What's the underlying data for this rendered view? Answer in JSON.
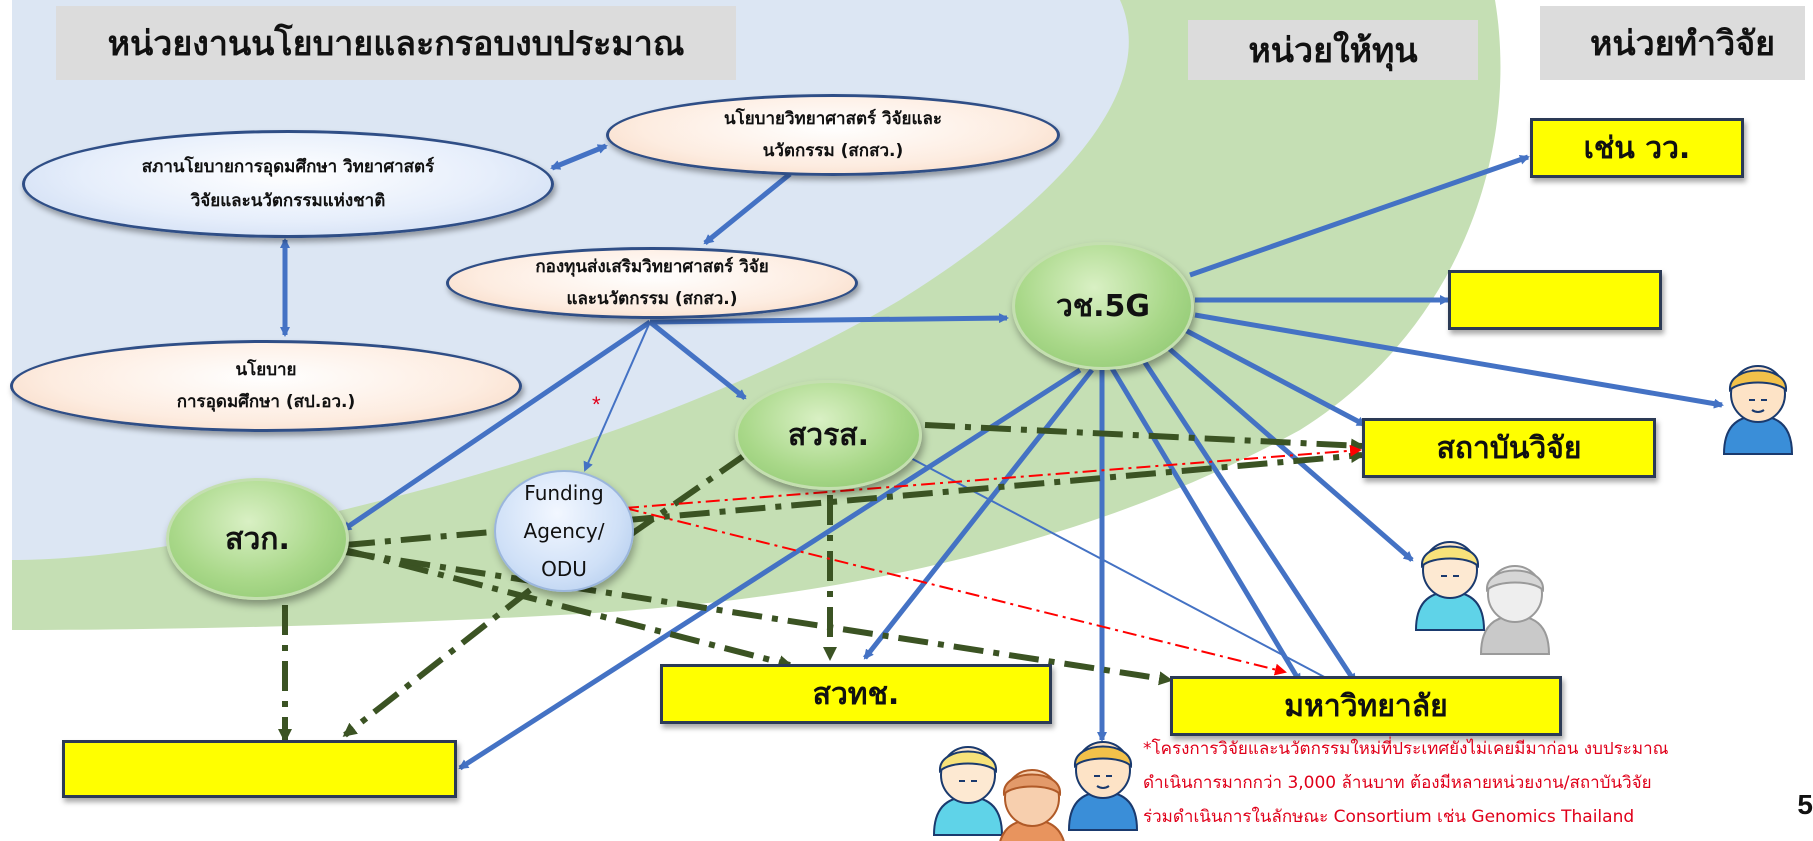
{
  "headers": {
    "policy": "หน่วยงานนโยบายและกรอบงบประมาณ",
    "funding": "หน่วยให้ทุน",
    "research": "หน่วยทำวิจัย"
  },
  "nodes": {
    "national_council": [
      "สภานโยบายการอุดมศึกษา วิทยาศาสตร์",
      "วิจัยและนวัตกรรมแห่งชาติ"
    ],
    "sti_policy": [
      "นโยบายวิทยาศาสตร์ วิจัยและ",
      "นวัตกรรม (สกสว.)"
    ],
    "fund": [
      "กองทุนส่งเสริมวิทยาศาสตร์ วิจัย",
      "และนวัตกรรม (สกสว.)"
    ],
    "higher_ed_policy": [
      "นโยบาย",
      "การอุดมศึกษา (สป.อว.)"
    ],
    "vch5g": "วช.5G",
    "svrs": "สวรส.",
    "svk": "สวก.",
    "funding_agency": [
      "Funding",
      "Agency/",
      "ODU"
    ],
    "example_box": "เช่น วว.",
    "institute_box": "สถาบันวิจัย",
    "svtc_box": "สวทช.",
    "university_box": "มหาวิทยาลัย",
    "empty_box_top": "",
    "empty_box_bottom": ""
  },
  "star_mark": "*",
  "footnote": [
    "*โครงการวิจัยและนวัตกรรมใหม่ที่ประเทศยังไม่เคยมีมาก่อน งบประมาณ",
    "ดำเนินการมากกว่า 3,000 ล้านบาท ต้องมีหลายหน่วยงาน/สถาบันวิจัย",
    "ร่วมดำเนินการในลักษณะ Consortium เช่น Genomics Thailand"
  ],
  "page_number": "5",
  "colors": {
    "blue_region": "#dce6f3",
    "green_region": "#c5dfb4",
    "arrow_blue": "#4472c4",
    "arrow_green": "#3b5323",
    "arrow_red": "#ff0000",
    "box_yellow": "#ffff00"
  },
  "icons": [
    "person-icon",
    "person-icon",
    "person-icon",
    "person-icon",
    "person-icon",
    "person-icon",
    "person-icon"
  ]
}
